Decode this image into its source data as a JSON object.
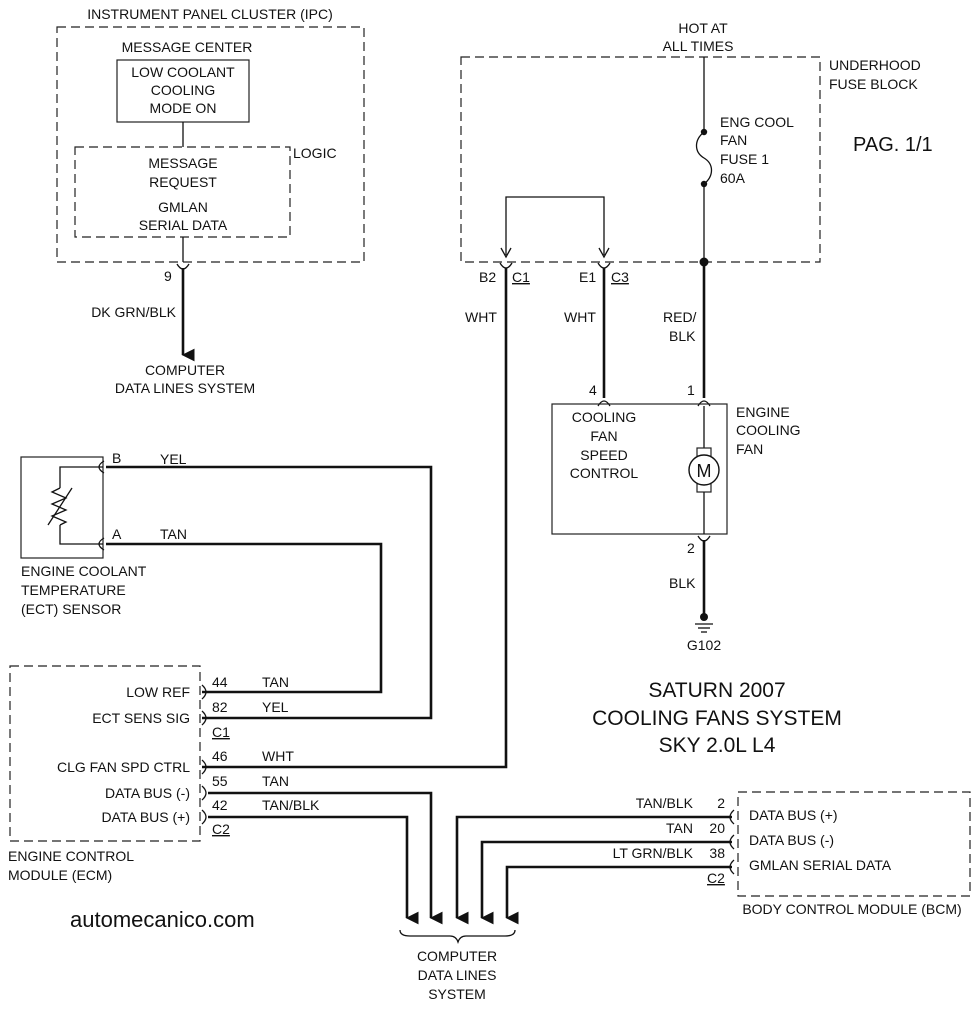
{
  "ipc": {
    "title": "INSTRUMENT PANEL CLUSTER (IPC)",
    "message_center": "MESSAGE CENTER",
    "message_lines": [
      "LOW COOLANT",
      "COOLING",
      "MODE ON"
    ],
    "logic": "LOGIC",
    "request_lines": [
      "MESSAGE",
      "REQUEST"
    ],
    "gmlan_lines": [
      "GMLAN",
      "SERIAL DATA"
    ],
    "pin": "9",
    "wire": "DK GRN/BLK",
    "dest_lines": [
      "COMPUTER",
      "DATA LINES SYSTEM"
    ]
  },
  "fuse_block": {
    "hot_lines": [
      "HOT AT",
      "ALL TIMES"
    ],
    "title_lines": [
      "UNDERHOOD",
      "FUSE BLOCK"
    ],
    "fuse_lines": [
      "ENG COOL",
      "FAN",
      "FUSE 1",
      "60A"
    ],
    "conn_b2": "B2",
    "conn_c1": "C1",
    "conn_e1": "E1",
    "conn_c3": "C3"
  },
  "page_label": "PAG. 1/1",
  "wires": {
    "wht_left": "WHT",
    "wht_mid": "WHT",
    "red_blk_lines": [
      "RED/",
      "BLK"
    ],
    "blk": "BLK",
    "yel": "YEL",
    "tan": "TAN"
  },
  "fan": {
    "pin4": "4",
    "pin1": "1",
    "pin2": "2",
    "control_lines": [
      "COOLING",
      "FAN",
      "SPEED",
      "CONTROL"
    ],
    "title_lines": [
      "ENGINE",
      "COOLING",
      "FAN"
    ],
    "motor": "M",
    "ground": "G102"
  },
  "ect": {
    "pin_b": "B",
    "pin_a": "A",
    "title_lines": [
      "ENGINE COOLANT",
      "TEMPERATURE",
      "(ECT) SENSOR"
    ]
  },
  "ecm": {
    "rows": [
      {
        "label": "LOW REF",
        "pin": "44",
        "wire": "TAN"
      },
      {
        "label": "ECT SENS SIG",
        "pin": "82",
        "wire": "YEL"
      },
      {
        "label": "CLG FAN SPD CTRL",
        "pin": "46",
        "wire": "WHT"
      },
      {
        "label": "DATA BUS (-)",
        "pin": "55",
        "wire": "TAN"
      },
      {
        "label": "DATA BUS (+)",
        "pin": "42",
        "wire": "TAN/BLK"
      }
    ],
    "conn1": "C1",
    "conn2": "C2",
    "title_lines": [
      "ENGINE CONTROL",
      "MODULE (ECM)"
    ]
  },
  "title_lines": [
    "SATURN 2007",
    "COOLING FANS SYSTEM",
    "SKY 2.0L L4"
  ],
  "bcm": {
    "rows": [
      {
        "label": "DATA BUS (+)",
        "pin": "2",
        "wire": "TAN/BLK"
      },
      {
        "label": "DATA BUS (-)",
        "pin": "20",
        "wire": "TAN"
      },
      {
        "label": "GMLAN SERIAL DATA",
        "pin": "38",
        "wire": "LT GRN/BLK"
      }
    ],
    "conn": "C2",
    "title": "BODY CONTROL MODULE (BCM)"
  },
  "watermark": "automecanico.com",
  "bottom_dest_lines": [
    "COMPUTER",
    "DATA LINES",
    "SYSTEM"
  ]
}
